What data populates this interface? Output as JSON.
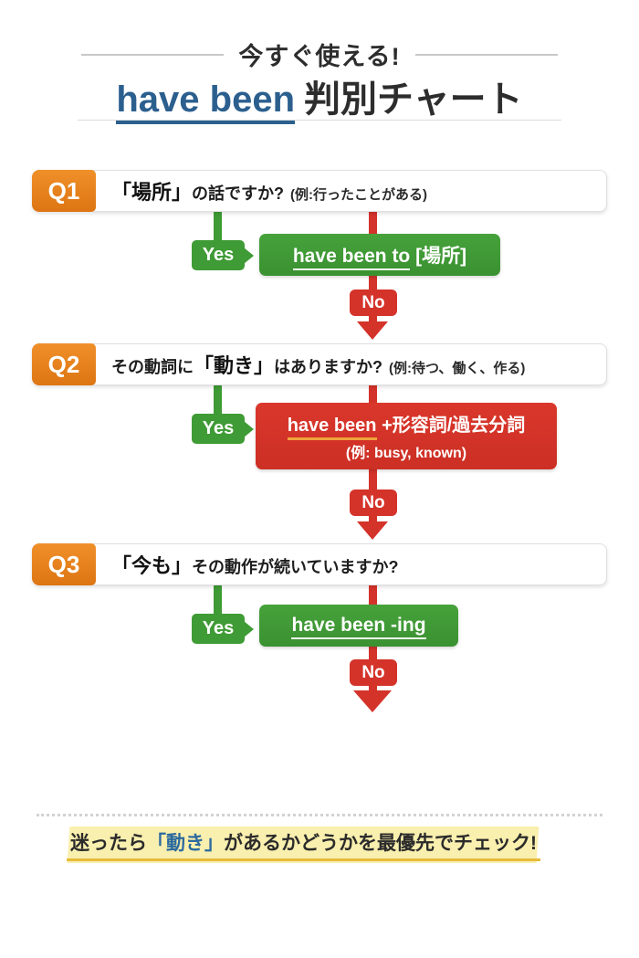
{
  "header": {
    "kicker": "今すぐ使える!",
    "title_highlight": "have been",
    "title_rest": "判別チャート"
  },
  "steps": [
    {
      "badge": "Q1",
      "question_pre": "",
      "question_em": "「場所」",
      "question_post": "の話ですか?",
      "example": "(例:行ったことがある)",
      "yes_label": "Yes",
      "no_label": "No",
      "result_underlined": "have been to",
      "result_rest": " [場所]",
      "result_sub": ""
    },
    {
      "badge": "Q2",
      "question_pre": "その動詞に",
      "question_em": "「動き」",
      "question_post": "はありますか?",
      "example": "(例:待つ、働く、作る)",
      "yes_label": "Yes",
      "no_label": "No",
      "result_underlined": "have been",
      "result_rest": " +形容詞/過去分詞",
      "result_sub": "(例: busy, known)"
    },
    {
      "badge": "Q3",
      "question_pre": "",
      "question_em": "「今も」",
      "question_post": "その動作が続いていますか?",
      "example": "",
      "yes_label": "Yes",
      "no_label": "No",
      "result_underlined": "have been -ing",
      "result_rest": "",
      "result_sub": ""
    }
  ],
  "footer": {
    "note_pre": "迷ったら",
    "note_em": "「動き」",
    "note_post": "があるかどうかを最優先でチェック!"
  },
  "colors": {
    "accent_orange": "#e8831e",
    "green": "#3f9b35",
    "red": "#d4332a",
    "blue": "#2b5f8e",
    "banner_yellow": "#f9efae",
    "underline_gold": "#e6bc3a"
  }
}
